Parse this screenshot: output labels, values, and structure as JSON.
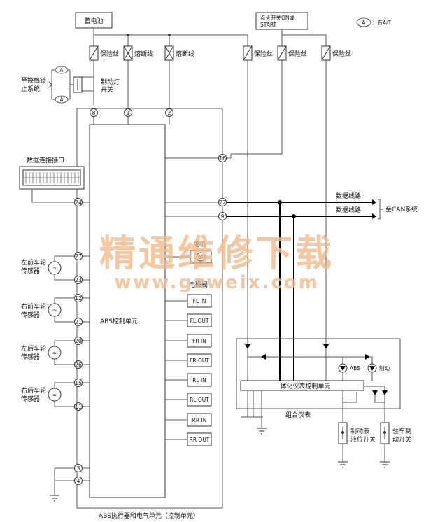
{
  "top": {
    "battery": "蓄电池",
    "ignition_line1": "点火开关ON或",
    "ignition_line2": "START",
    "at_symbol": "A",
    "at_legend": "：有A/T"
  },
  "fuses": {
    "fuse1": "保险丝",
    "fusible1": "熔断线",
    "fusible2": "熔断线",
    "fuse2": "保险丝",
    "fuse3": "保险丝",
    "fuse4": "保险丝"
  },
  "left": {
    "shift_lock_line1": "至换档锁",
    "shift_lock_line2": "止系统",
    "brake_switch_line1": "制动灯",
    "brake_switch_line2": "开关",
    "connector_a1": "A",
    "connector_a2": "A",
    "data_connector": "数据连接接口",
    "wheel_sensors": [
      {
        "line1": "左前车轮",
        "line2": "传感器"
      },
      {
        "line1": "右前车轮",
        "line2": "传感器"
      },
      {
        "line1": "左后车轮",
        "line2": "传感器"
      },
      {
        "line1": "右后车轮",
        "line2": "传感器"
      }
    ],
    "sensor_symbol": "≈"
  },
  "pins": {
    "p8": "8",
    "p1": "1",
    "p2": "2",
    "p16": "16",
    "p24": "24",
    "p22": "22",
    "p9": "9",
    "p27": "27",
    "p23": "23",
    "p12": "12",
    "p21": "21",
    "p20": "20",
    "p26": "26",
    "p15": "15",
    "p11": "11",
    "p3": "3",
    "p4": "4"
  },
  "ecu": {
    "label": "ABS控制单元",
    "motor_label": "电机",
    "motor_symbol": "M",
    "solenoid_label": "电磁阀",
    "valves": [
      "FL IN",
      "FL OUT",
      "FR IN",
      "FR OUT",
      "RL IN",
      "RL OUT",
      "RR IN",
      "RR OUT"
    ]
  },
  "bus": {
    "line1": "数据线路",
    "line2": "数据线路",
    "can": "至CAN系统"
  },
  "meter": {
    "ecu_label": "一体化仪表控制单元",
    "abs_lamp": "ABS",
    "brake_lamp": "制动",
    "cluster": "组合仪表",
    "fluid_switch_line1": "制动液",
    "fluid_switch_line2": "液位开关",
    "parking_switch_line1": "驻车制",
    "parking_switch_line2": "动开关"
  },
  "bottom_label": "ABS执行器和电气单元（控制单元）",
  "watermark": {
    "cn": "精通维修下载",
    "url": "www.gzweix.com"
  }
}
